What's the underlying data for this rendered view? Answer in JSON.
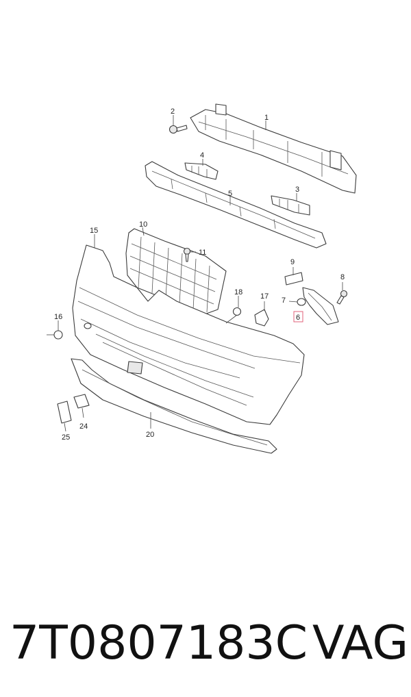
{
  "callouts": {
    "c1": "1",
    "c2": "2",
    "c3": "3",
    "c4": "4",
    "c5": "5",
    "c6": "6",
    "c7": "7",
    "c8": "8",
    "c9": "9",
    "c10": "10",
    "c11": "11",
    "c15": "15",
    "c16": "16",
    "c17": "17",
    "c18": "18",
    "c20": "20",
    "c24": "24",
    "c25": "25"
  },
  "highlight_color": "#e0607a",
  "footer": {
    "part_number": "7T0807183C",
    "brand": "VAG"
  }
}
